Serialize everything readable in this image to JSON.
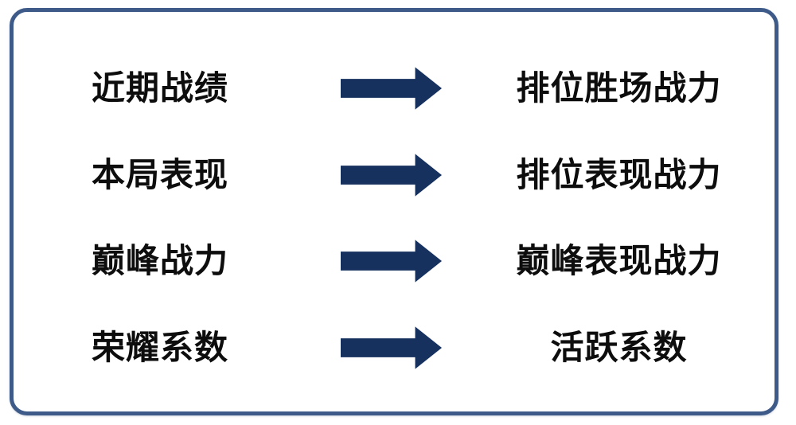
{
  "panel": {
    "rows": [
      {
        "source": "近期战绩",
        "target": "排位胜场战力"
      },
      {
        "source": "本局表现",
        "target": "排位表现战力"
      },
      {
        "source": "巅峰战力",
        "target": "巅峰表现战力"
      },
      {
        "source": "荣耀系数",
        "target": "活跃系数"
      }
    ],
    "icons": {
      "arrow": "right-arrow-icon"
    },
    "colors": {
      "panel_border": "#3e5a88",
      "arrow_fill": "#16315e",
      "text": "#0d0d0d",
      "background": "#ffffff"
    }
  }
}
